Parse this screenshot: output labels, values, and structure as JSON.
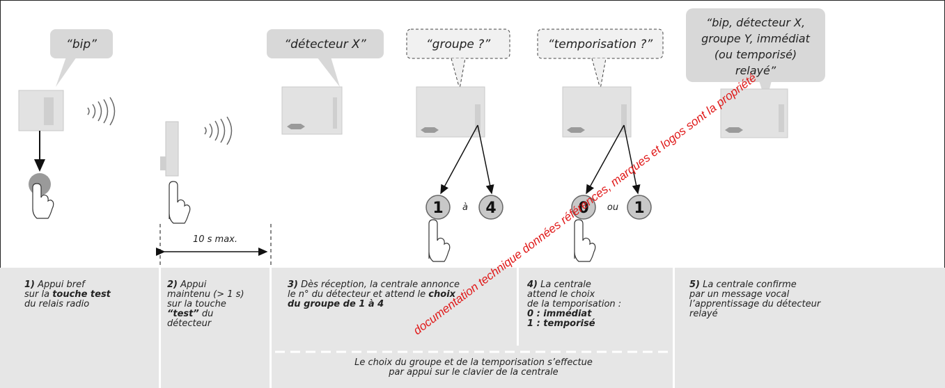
{
  "bubbles": {
    "bip": "“bip”",
    "detecteur": "“détecteur X”",
    "groupe": "“groupe ?”",
    "tempo": "“temporisation ?”",
    "confirm_line1": "“bip, détecteur X,",
    "confirm_line2": "groupe Y, immédiat",
    "confirm_line3": "(ou temporisé)",
    "confirm_line4": "relayé”"
  },
  "labels": {
    "duration": "10 s max.",
    "a": "à",
    "ou": "ou"
  },
  "keys": {
    "group_first": "1",
    "group_last": "4",
    "tempo_zero": "0",
    "tempo_one": "1"
  },
  "steps": {
    "s1": {
      "num": "1)",
      "t1": " Appui bref",
      "t2": "sur la ",
      "t2b": "touche test",
      "t3": "du relais radio"
    },
    "s2": {
      "num": "2)",
      "t1": " Appui",
      "t2": "maintenu (> 1 s)",
      "t3": "sur la touche",
      "t4b": "“test”",
      "t4": " du",
      "t5": "détecteur"
    },
    "s3": {
      "num": "3)",
      "t1": " Dès réception, la centrale annonce",
      "t2": "le n° du détecteur et attend le ",
      "t2b": "choix",
      "t3b": "du groupe de 1 à 4"
    },
    "s4": {
      "num": "4)",
      "t1": " La centrale",
      "t2": "attend le choix",
      "t3": "de la temporisation :",
      "t4b": "0 : immédiat",
      "t5b": "1 : temporisé"
    },
    "s5": {
      "num": "5)",
      "t1": " La centrale confirme",
      "t2": "par un message vocal",
      "t3": "l’apprentissage du détecteur",
      "t4": "relayé"
    }
  },
  "footnote": {
    "line1": "Le choix du groupe et de la temporisation s’effectue",
    "line2": "par appui sur le clavier de la centrale"
  },
  "watermark": "documentation technique données références, marques et logos sont la propriété"
}
